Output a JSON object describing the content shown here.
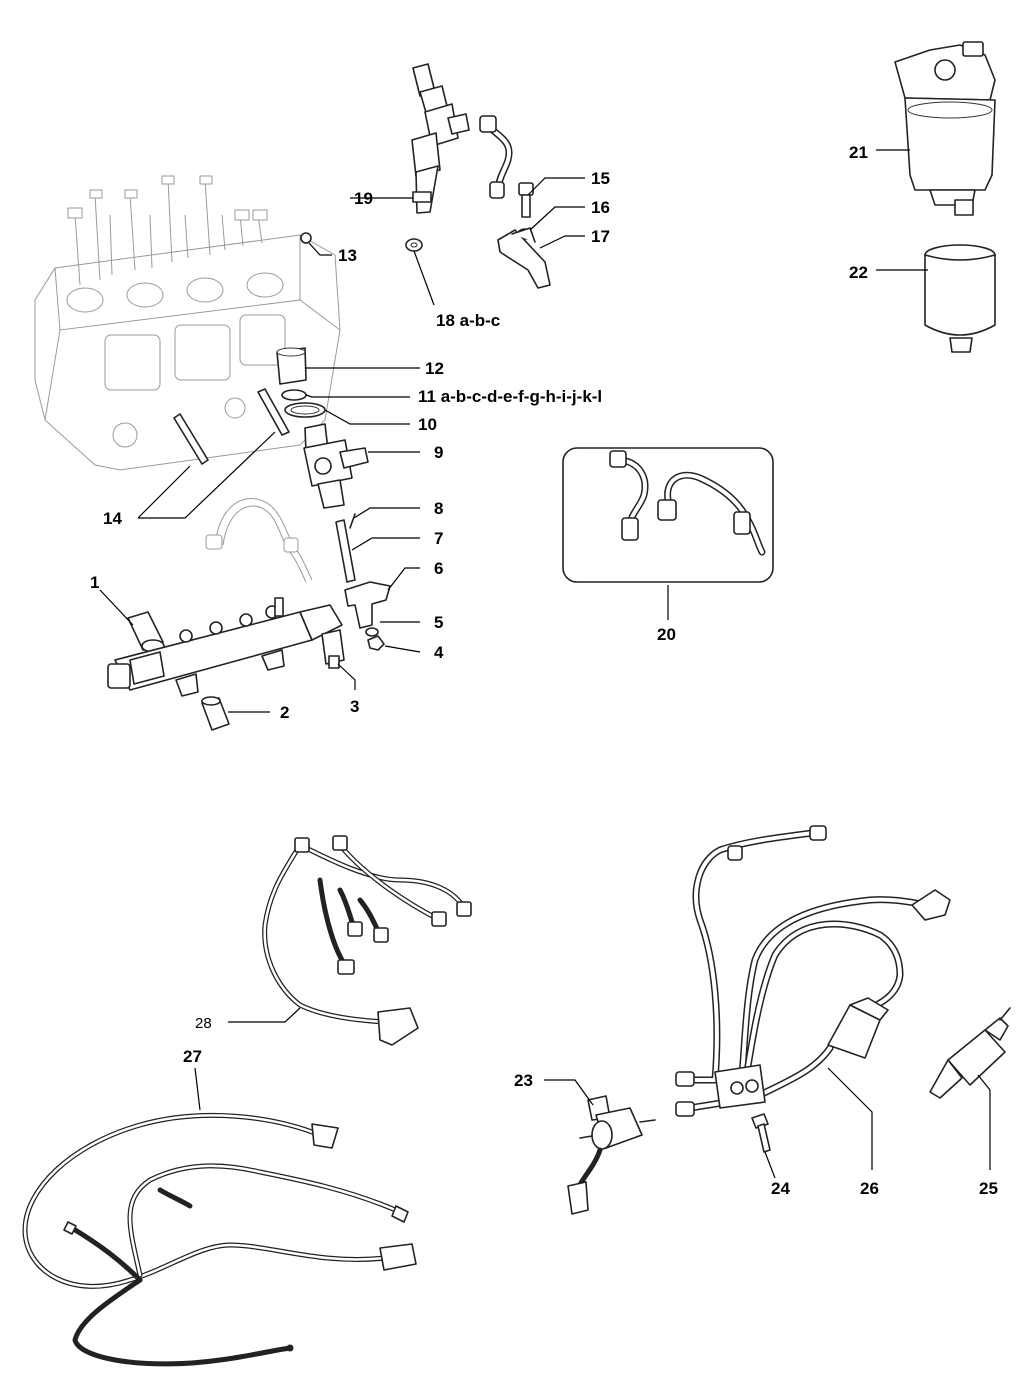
{
  "callouts": {
    "c1": "1",
    "c2": "2",
    "c3": "3",
    "c4": "4",
    "c5": "5",
    "c6": "6",
    "c7": "7",
    "c8": "8",
    "c9": "9",
    "c10": "10",
    "c11": "11 a-b-c-d-e-f-g-h-i-j-k-l",
    "c12": "12",
    "c13": "13",
    "c14": "14",
    "c15": "15",
    "c16": "16",
    "c17": "17",
    "c18": "18 a-b-c",
    "c19": "19",
    "c20": "20",
    "c21": "21",
    "c22": "22",
    "c23": "23",
    "c24": "24",
    "c25": "25",
    "c26": "26",
    "c27": "27",
    "c28": "28"
  }
}
